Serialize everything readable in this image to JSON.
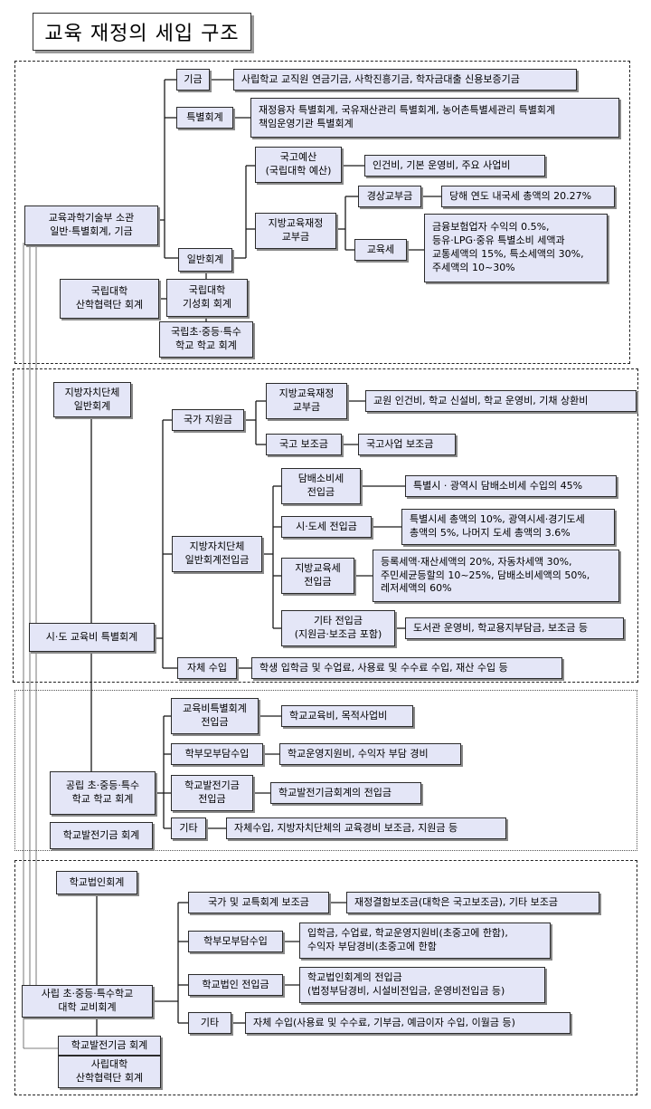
{
  "title": "교육 재정의 세입 구조",
  "s1": {
    "ministry": "교육과학기술부 소관\n일반·특별회계, 기금",
    "fund": "기금",
    "fund_desc": "사립학교 교직원 연금기금, 사학진흥기금, 학자금대출 신용보증기금",
    "special": "특별회계",
    "special_desc": "재정융자 특별회계, 국유재산관리 특별회계, 농어촌특별세관리 특별회계\n책임운영기관 특별회계",
    "national_budget": "국고예산\n(국립대학 예산)",
    "national_budget_desc": "인건비, 기본 운영비, 주요 사업비",
    "local_grant": "지방교육재정\n교부금",
    "ordinary_grant": "경상교부금",
    "ordinary_grant_desc": "당해 연도 내국세 총액의 20.27%",
    "edu_tax": "교육세",
    "edu_tax_desc": "금융보험업자 수익의 0.5%,\n등유·LPG·중유 특별소비 세액과\n교통세액의 15%, 특소세액의 30%,\n주세액의  10~30%",
    "general": "일반회계",
    "univ_coop": "국립대학\n산학협력단 회계",
    "univ_dev": "국립대학\n기성회 회계",
    "nat_school": "국립초·중등·특수\n학교 학교 회계"
  },
  "s2": {
    "local_gov": "지방자치단체\n일반회계",
    "edu_special": "시·도 교육비 특별회계",
    "national_support": "국가 지원금",
    "local_grant": "지방교육재정\n교부금",
    "local_grant_desc": "교원 인건비, 학교 신설비, 학교 운영비, 기채 상환비",
    "subsidy": "국고 보조금",
    "subsidy_desc": "국고사업 보조금",
    "local_transfer": "지방자치단체\n일반회계전입금",
    "tobacco": "담배소비세\n전입금",
    "tobacco_desc": "특별시 · 광역시 담배소비세 수입의 45%",
    "city_tax": "시·도세 전입금",
    "city_tax_desc": "특별시세 총액의 10%, 광역시세·경기도세\n총액의 5%, 나머지 도세 총액의 3.6%",
    "local_edu_tax": "지방교육세\n전입금",
    "local_edu_tax_desc": "등록세액·재산세액의 20%, 자동차세액 30%,\n주민세균등할의 10~25%, 담배소비세액의 50%,\n레저세액의 60%",
    "other_transfer": "기타 전입금\n(지원금·보조금 포함)",
    "other_transfer_desc": "도서관 운영비, 학교용지부담금, 보조금 등",
    "own_revenue": "자체 수입",
    "own_revenue_desc": "학생 입학금 및 수업료, 사용료 및 수수료 수입, 재산 수입 등"
  },
  "s3": {
    "public_school": "공립 초·중등·특수\n학교 학교 회계",
    "dev_fund": "학교발전기금 회계",
    "edu_transfer": "교육비특별회계\n전입금",
    "edu_transfer_desc": "학교교육비, 목적사업비",
    "parent_share": "학부모부담수입",
    "parent_share_desc": "학교운영지원비, 수익자 부담 경비",
    "dev_transfer": "학교발전기금\n전입금",
    "dev_transfer_desc": "학교발전기금회계의 전입금",
    "other": "기타",
    "other_desc": "자체수입, 지방자치단체의 교육경비 보조금, 지원금 등"
  },
  "s4": {
    "corp_account": "학교법인회계",
    "private_school": "사립 초·중등·특수학교\n대학 교비회계",
    "dev_fund": "학교발전기금 회계",
    "univ_coop": "사립대학\n산학협력단 회계",
    "national_subsidy": "국가 및 교특회계 보조금",
    "national_subsidy_desc": "재정결함보조금(대학은 국고보조금), 기타 보조금",
    "parent_share": "학부모부담수입",
    "parent_share_desc": "입학금, 수업료, 학교운영지원비(초중고에 한함),\n수익자 부담경비(초중고에 한함",
    "corp_transfer": "학교법인 전입금",
    "corp_transfer_desc": "학교법인회계의 전입금\n(법정부담경비, 시설비전입금, 운영비전입금 등)",
    "other": "기타",
    "other_desc": "자체 수입(사용료 및 수수료, 기부금, 예금이자 수입, 이월금 등)"
  }
}
